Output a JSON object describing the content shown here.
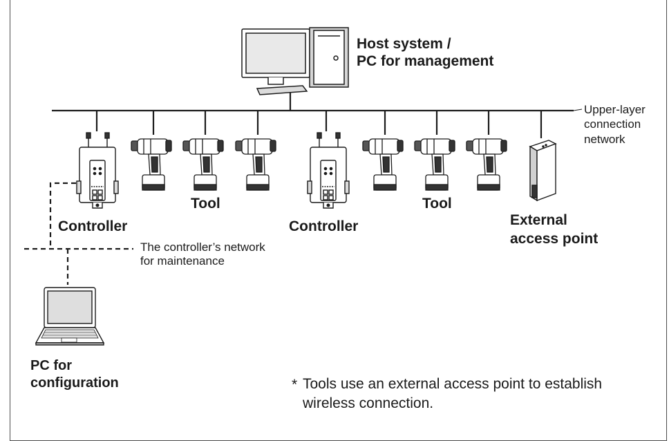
{
  "labels": {
    "host": "Host system /\nPC for management",
    "upper_network": "Upper-layer\nconnection\nnetwork",
    "controller_left": "Controller",
    "controller_right": "Controller",
    "tool_left": "Tool",
    "tool_right": "Tool",
    "access_point": "External\naccess point",
    "maintenance_network": "The controller’s network\nfor maintenance",
    "pc_config": "PC for\nconfiguration",
    "note_mark": "*",
    "note": "Tools use an external access point to establish\nwireless connection."
  },
  "icons": [
    "desktop-pc-icon",
    "controller-icon",
    "impact-driver-icon",
    "access-point-icon",
    "laptop-icon"
  ],
  "colors": {
    "line": "#1a1a1a",
    "device_fill": "#ffffff",
    "device_shade": "#d9d9d9",
    "dark_part": "#333333"
  }
}
